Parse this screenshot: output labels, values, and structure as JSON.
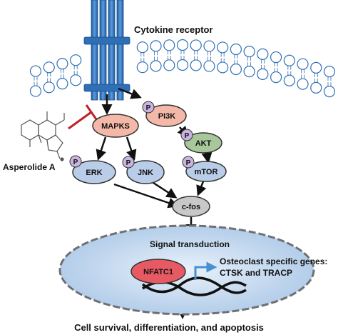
{
  "labels": {
    "receptor": "Cytokine receptor",
    "compound": "Asperolide A",
    "signal": "Signal transduction",
    "genes_line1": "Osteoclast specific genes:",
    "genes_line2": "CTSK and TRACP",
    "outcome": "Cell survival, differentiation, and apoptosis"
  },
  "nodes": {
    "mapks": "MAPKS",
    "pi3k": "PI3K",
    "akt": "AKT",
    "erk": "ERK",
    "jnk": "JNK",
    "mtor": "mTOR",
    "cfos": "c-fos",
    "nfatc1": "NFATC1"
  },
  "phospho": "P",
  "colors": {
    "receptor": "#2f6fb5",
    "membrane_head": "#2f6fb5",
    "mapks_fill": "#f4b8a8",
    "pi3k_fill": "#f4b8a8",
    "blue_node": "#b9cde8",
    "green_node": "#a8c79a",
    "grey_node": "#c8c8c8",
    "phospho_fill": "#c9b3df",
    "nfatc1_fill": "#e85a63",
    "nucleus_fill": "#cfe0f3",
    "inhibit": "#c0202a",
    "gene_arrow": "#4a90d0"
  }
}
